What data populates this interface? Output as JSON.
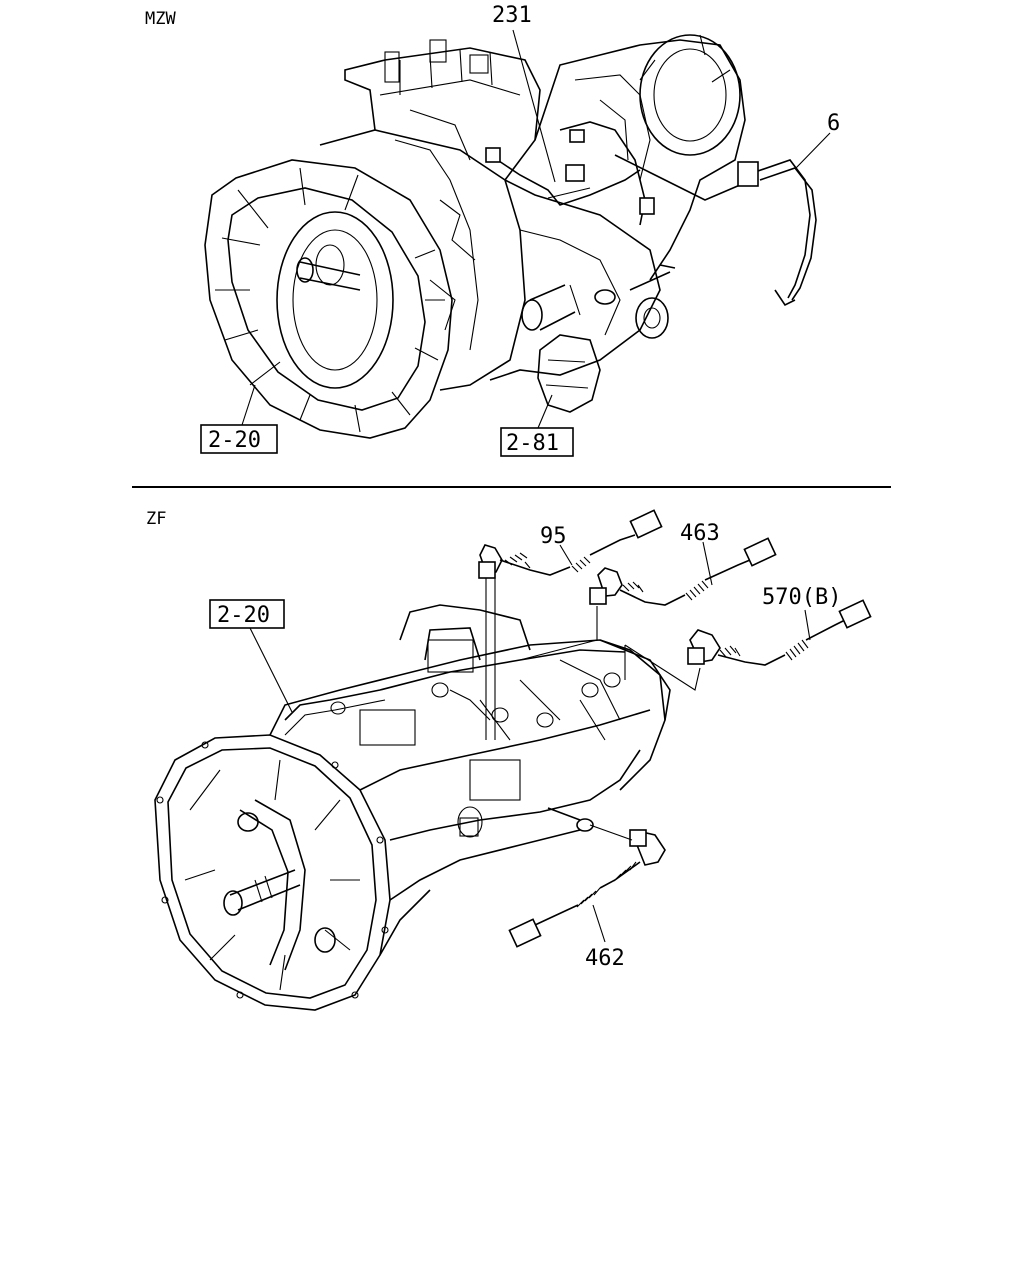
{
  "sections": {
    "top": {
      "title": "MZW"
    },
    "bottom": {
      "title": "ZF"
    }
  },
  "callouts": {
    "c231": "231",
    "c6": "6",
    "c2_20_top": "2-20",
    "c2_81": "2-81",
    "c95": "95",
    "c463": "463",
    "c570": "570(B)",
    "c2_20_bottom": "2-20",
    "c462": "462"
  }
}
